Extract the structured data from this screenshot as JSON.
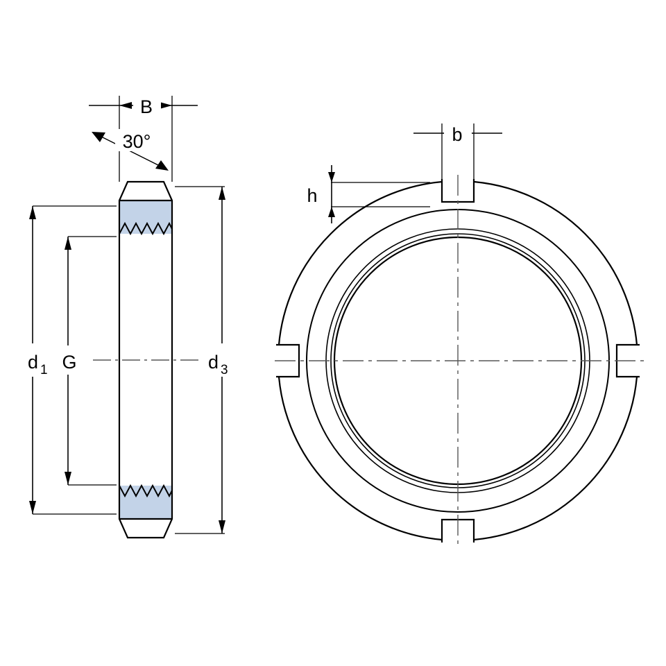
{
  "drawing": {
    "title": "Lock nut technical drawing",
    "views": [
      {
        "name": "section-view",
        "position": "left"
      },
      {
        "name": "front-view",
        "position": "right"
      }
    ],
    "labels": {
      "width_B": "B",
      "angle_30": "30°",
      "bore_d1": "d",
      "bore_d1_sub": "1",
      "thread_G": "G",
      "outer_d3": "d",
      "outer_d3_sub": "3",
      "slot_width_b": "b",
      "slot_depth_h": "h"
    },
    "colors": {
      "line": "#000000",
      "thread_fill": "#c3d3e8",
      "background": "#ffffff",
      "centerline": "#555555"
    }
  }
}
